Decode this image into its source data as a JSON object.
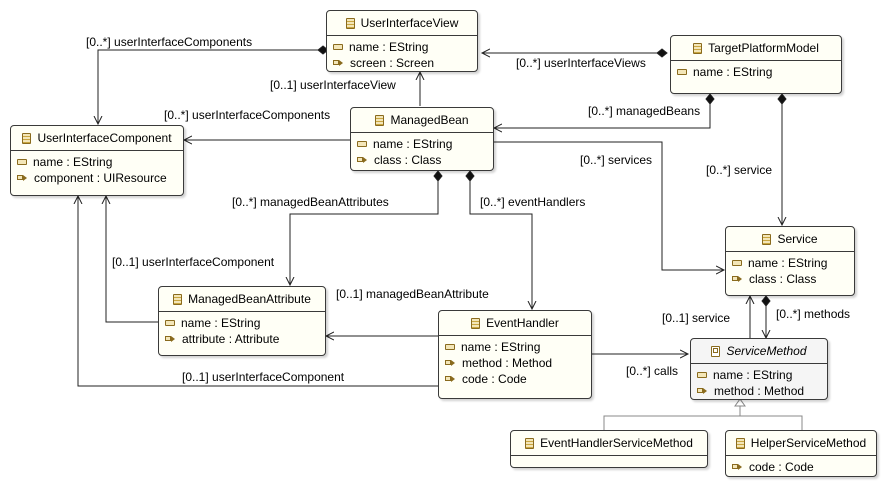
{
  "classes": {
    "user_interface_view": {
      "name": "UserInterfaceView",
      "attributes": [
        {
          "text": "name : EString"
        },
        {
          "text": "screen : Screen"
        }
      ]
    },
    "target_platform_model": {
      "name": "TargetPlatformModel",
      "attributes": [
        {
          "text": "name : EString"
        }
      ]
    },
    "user_interface_component": {
      "name": "UserInterfaceComponent",
      "attributes": [
        {
          "text": "name : EString"
        },
        {
          "text": "component : UIResource"
        }
      ]
    },
    "managed_bean": {
      "name": "ManagedBean",
      "attributes": [
        {
          "text": "name : EString"
        },
        {
          "text": "class : Class"
        }
      ]
    },
    "service": {
      "name": "Service",
      "attributes": [
        {
          "text": "name : EString"
        },
        {
          "text": "class : Class"
        }
      ]
    },
    "managed_bean_attribute": {
      "name": "ManagedBeanAttribute",
      "attributes": [
        {
          "text": "name : EString"
        },
        {
          "text": "attribute : Attribute"
        }
      ]
    },
    "event_handler": {
      "name": "EventHandler",
      "attributes": [
        {
          "text": "name : EString"
        },
        {
          "text": "method : Method"
        },
        {
          "text": "code : Code"
        }
      ]
    },
    "service_method": {
      "name": "ServiceMethod",
      "attributes": [
        {
          "text": "name : EString"
        },
        {
          "text": "method : Method"
        }
      ]
    },
    "event_handler_service_method": {
      "name": "EventHandlerServiceMethod",
      "attributes": []
    },
    "helper_service_method": {
      "name": "HelperServiceMethod",
      "attributes": [
        {
          "text": "code : Code"
        }
      ]
    }
  },
  "edge_labels": {
    "uiv_uic": "[0..*] userInterfaceComponents",
    "tpm_uiv": "[0..*] userInterfaceViews",
    "mb_uiv": "[0..1] userInterfaceView",
    "mb_uic": "[0..*] userInterfaceComponents",
    "tpm_mb": "[0..*] managedBeans",
    "mb_service": "[0..*] services",
    "tpm_service": "[0..*] service",
    "mb_mba": "[0..*] managedBeanAttributes",
    "mb_eh": "[0..*] eventHandlers",
    "mba_uic": "[0..1] userInterfaceComponent",
    "eh_mba": "[0..1] managedBeanAttribute",
    "sm_service": "[0..1] service",
    "service_sm": "[0..*] methods",
    "eh_uic": "[0..1] userInterfaceComponent",
    "eh_sm": "[0..*] calls"
  }
}
